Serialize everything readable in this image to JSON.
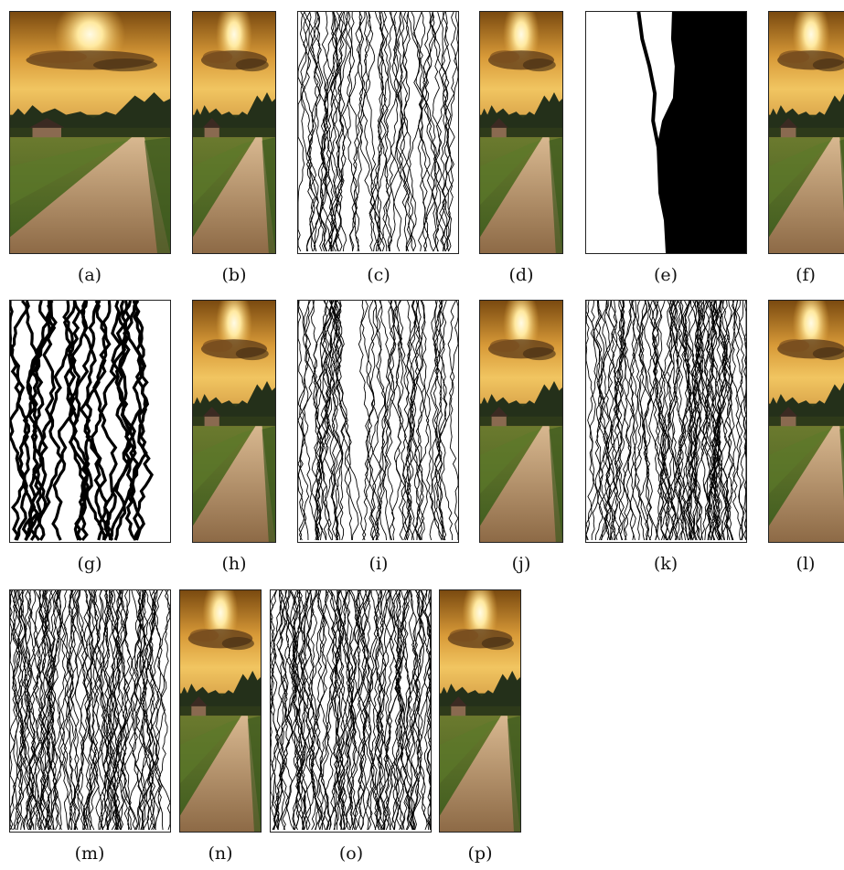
{
  "figure": {
    "captions": [
      "(a)",
      "(b)",
      "(c)",
      "(d)",
      "(e)",
      "(f)",
      "(g)",
      "(h)",
      "(i)",
      "(j)",
      "(k)",
      "(l)",
      "(m)",
      "(n)",
      "(o)",
      "(p)"
    ],
    "panel_kinds": [
      "photo",
      "photo",
      "seams-thin",
      "photo",
      "seams-solid",
      "photo",
      "seams-bold",
      "photo",
      "seams-thin",
      "photo",
      "seams-dense",
      "photo",
      "seams-dense",
      "photo",
      "seams-dense",
      "photo"
    ]
  },
  "colors": {
    "sky_top": "#8c5a14",
    "sky_glow": "#f7d46a",
    "sun": "#fff6d0",
    "field": "#4f6a26",
    "road": "#c3a07a",
    "ink": "#000000"
  }
}
